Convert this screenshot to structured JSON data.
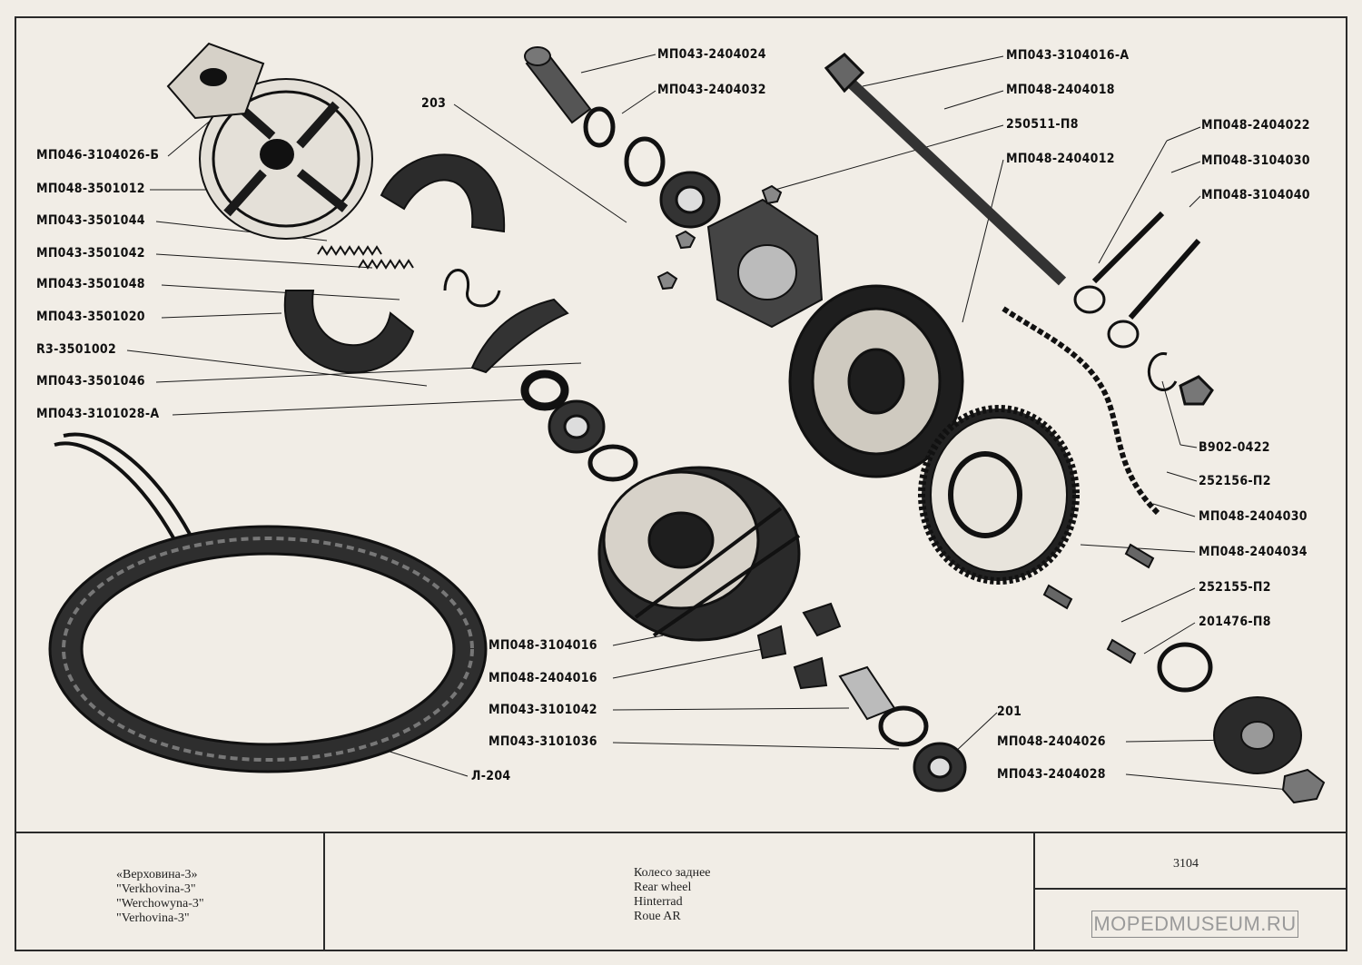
{
  "labels": {
    "mp043_2404024": "МП043-2404024",
    "mp043_2404032": "МП043-2404032",
    "n203": "203",
    "mp043_3104016a": "МП043-3104016-А",
    "mp048_2404018": "МП048-2404018",
    "n250511_p8": "250511-П8",
    "mp048_2404012": "МП048-2404012",
    "mp048_2404022": "МП048-2404022",
    "mp048_3104030": "МП048-3104030",
    "mp048_3104040": "МП048-3104040",
    "mp046_3104026b": "МП046-3104026-Б",
    "mp048_3501012": "МП048-3501012",
    "mp043_3501044": "МП043-3501044",
    "mp043_3501042": "МП043-3501042",
    "mp043_3501048": "МП043-3501048",
    "mp043_3501020": "МП043-3501020",
    "r3_3501002": "R3-3501002",
    "mp043_3501046": "МП043-3501046",
    "mp043_3101028a": "МП043-3101028-А",
    "b902_0422": "В902-0422",
    "n252156_p2": "252156-П2",
    "mp048_2404030": "МП048-2404030",
    "mp048_2404034": "МП048-2404034",
    "n252155_p2": "252155-П2",
    "n201476_p8": "201476-П8",
    "mp048_3104016": "МП048-3104016",
    "mp048_2404016": "МП048-2404016",
    "mp043_3101042": "МП043-3101042",
    "mp043_3101036": "МП043-3101036",
    "l204": "Л-204",
    "n201": "201",
    "mp048_2404026": "МП048-2404026",
    "mp043_2404028": "МП043-2404028"
  },
  "title_block": {
    "model_names": [
      "«Верховина-3»",
      "\"Verkhovina-3\"",
      "\"Werchowyna-3\"",
      "\"Verhovina-3\""
    ],
    "part_names": [
      "Колесо заднее",
      "Rear wheel",
      "Hinterrad",
      "Roue AR"
    ],
    "sheet_number": "3104"
  },
  "watermark": "MOPEDMUSEUM.RU",
  "colors": {
    "paper": "#f1ede6",
    "ink": "#1a1a1a",
    "watermark": "#9a9a9a"
  }
}
